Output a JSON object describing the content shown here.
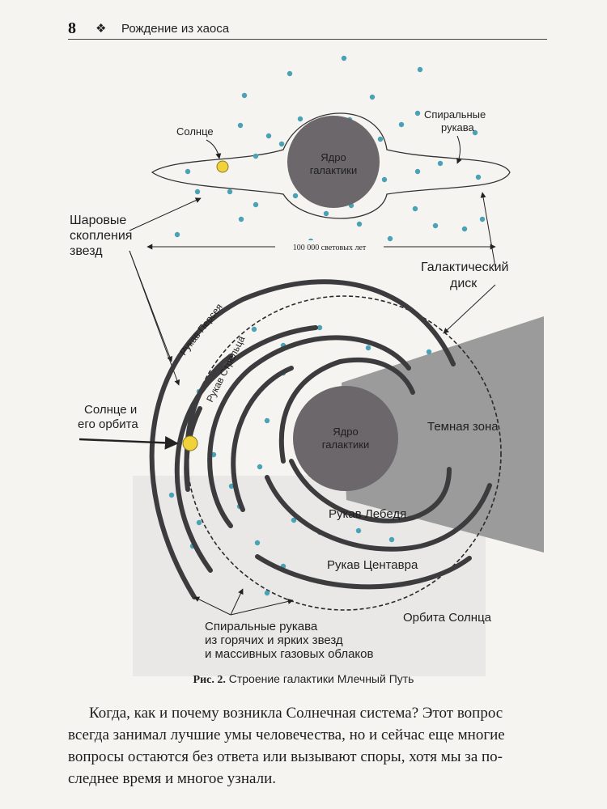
{
  "header": {
    "page_number": "8",
    "ornament": "❖",
    "running_title": "Рождение из хаоса"
  },
  "figure": {
    "top_view": {
      "sun_label": "Солнце",
      "core_label_1": "Ядро",
      "core_label_2": "галактики",
      "spiral_arms_label_1": "Спиральные",
      "spiral_arms_label_2": "рукава",
      "globular_label_1": "Шаровые",
      "globular_label_2": "скопления",
      "globular_label_3": "звезд",
      "diameter_label": "100 000 световых лет",
      "disk_label_1": "Галактический",
      "disk_label_2": "диск"
    },
    "plan_view": {
      "perseus_arm": "Рукав Персея",
      "sagittarius_arm": "Рукав Стрельца",
      "sun_orbit_label_1": "Солнце и",
      "sun_orbit_label_2": "его орбита",
      "core_label_1": "Ядро",
      "core_label_2": "галактики",
      "dark_zone": "Темная зона",
      "cygnus_arm": "Рукав Лебедя",
      "centaurus_arm": "Рукав Центавра",
      "sun_orbit": "Орбита Солнца",
      "arms_note_1": "Спиральные рукава",
      "arms_note_2": "из горячих и ярких звезд",
      "arms_note_3": "и массивных газовых облаков"
    },
    "colors": {
      "star": "#4aa3b4",
      "core": "#6b676a",
      "sun": "#f2d23a",
      "dark_zone": "#9b9b9b"
    }
  },
  "caption": {
    "label": "Рис. 2.",
    "text": " Строение галактики Млечный Путь"
  },
  "body": {
    "lines": [
      "Когда, как и почему возникла Солнечная система? Этот вопрос",
      "всегда занимал лучшие умы человечества, но и сейчас еще многие",
      "вопросы остаются без ответа или вызывают споры, хотя мы за по-",
      "следнее время и многое узнали."
    ]
  }
}
